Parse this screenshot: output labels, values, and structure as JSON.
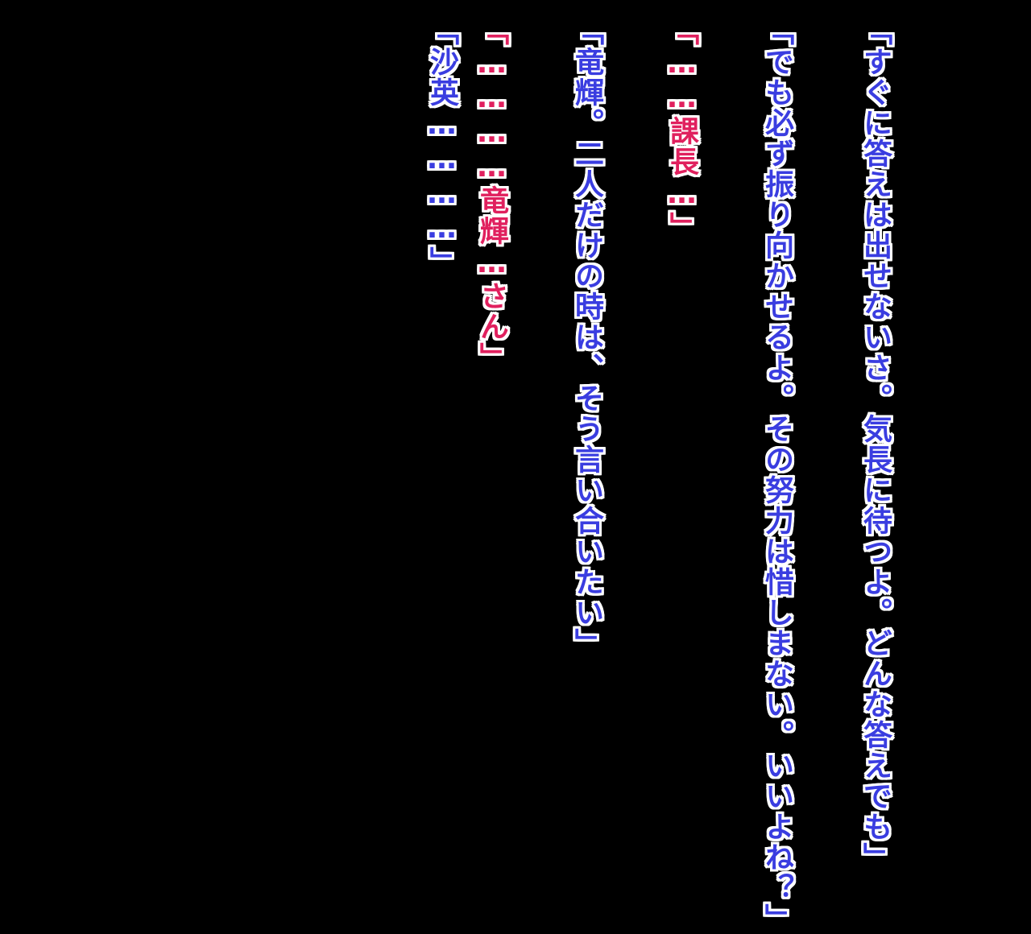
{
  "dialogue": {
    "lines": [
      {
        "speaker_type": "male",
        "text": "「すぐに答えは出せないさ。気長に待つよ。どんな答えでも」"
      },
      {
        "speaker_type": "male",
        "text": "「でも必ず振り向かせるよ。その努力は惜しまない。いいよね？」"
      },
      {
        "speaker_type": "female",
        "text": "「……課長…」"
      },
      {
        "speaker_type": "male",
        "text": "「竜輝。二人だけの時は、そう言い合いたい」"
      },
      {
        "speaker_type": "female",
        "text": "「…………竜輝…さん」"
      },
      {
        "speaker_type": "male",
        "text": "「沙英…………」"
      }
    ]
  },
  "colors": {
    "background": "#000000",
    "male_text": "#3a3de0",
    "female_text": "#e0205e",
    "outline": "#ffffff"
  }
}
